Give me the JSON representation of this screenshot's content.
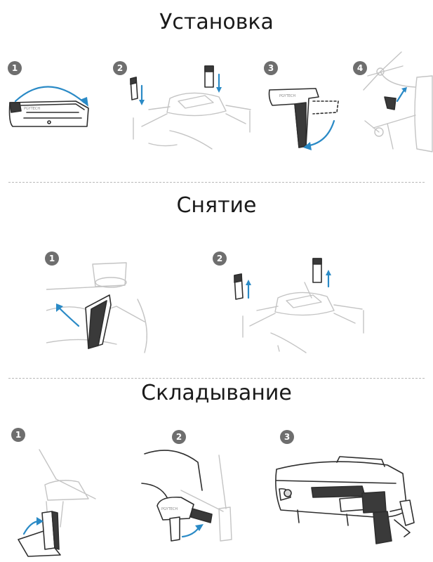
{
  "sections": {
    "install": {
      "title": "Установка",
      "steps": [
        "1",
        "2",
        "3",
        "4"
      ]
    },
    "remove": {
      "title": "Снятие",
      "steps": [
        "1",
        "2"
      ]
    },
    "fold": {
      "title": "Складывание",
      "steps": [
        "1",
        "2",
        "3"
      ]
    }
  },
  "brand_mark": "PGYTECH",
  "colors": {
    "arrow": "#2a8ac6",
    "badge": "#6e6e6e",
    "divider": "#b8b8b8"
  }
}
